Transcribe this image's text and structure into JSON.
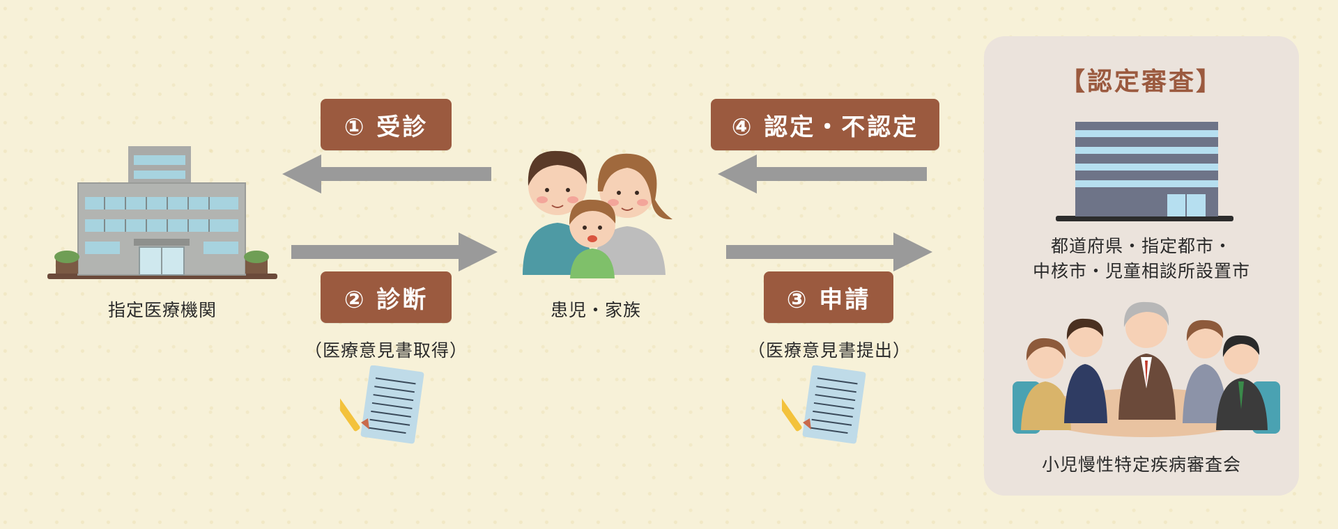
{
  "nodes": {
    "hospital": {
      "label": "指定医療機関"
    },
    "family": {
      "label": "患児・家族"
    },
    "authority": {
      "title": "【認定審査】",
      "line1": "都道府県・指定都市・",
      "line2": "中核市・児童相談所設置市",
      "committee": "小児慢性特定疾病審査会"
    }
  },
  "steps": {
    "s1": {
      "label": "① 受診"
    },
    "s2": {
      "label": "② 診断",
      "note": "（医療意見書取得）"
    },
    "s3": {
      "label": "③ 申請",
      "note": "（医療意見書提出）"
    },
    "s4": {
      "label": "④ 認定・不認定"
    }
  },
  "colors": {
    "badge": "#9b5a3f",
    "arrow": "#9a9a9a",
    "panel": "#ebe3dc",
    "background": "#f7f1d8"
  }
}
